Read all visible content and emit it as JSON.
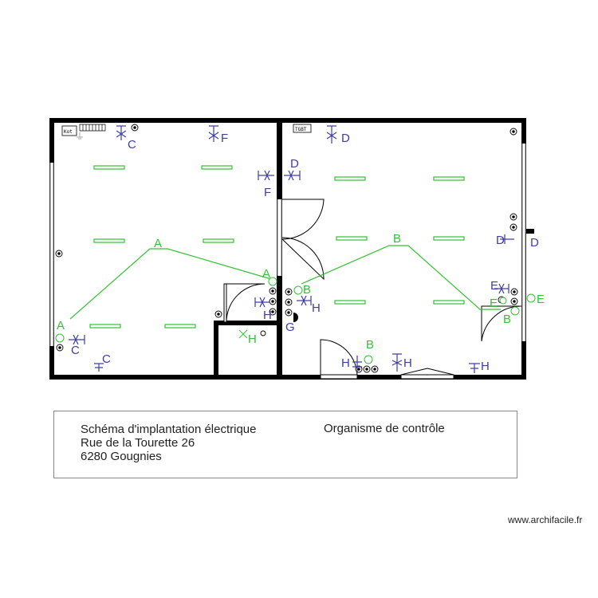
{
  "plan": {
    "panels": {
      "kot": "Kot",
      "tgbt": "TGBT"
    },
    "circuits": [
      {
        "id": "c-top-left",
        "text": "C",
        "color": "blue"
      },
      {
        "id": "f-top",
        "text": "F",
        "color": "blue"
      },
      {
        "id": "d-top",
        "text": "D",
        "color": "blue"
      },
      {
        "id": "d-mid",
        "text": "D",
        "color": "blue"
      },
      {
        "id": "f-mid",
        "text": "F",
        "color": "blue"
      },
      {
        "id": "a-center",
        "text": "A",
        "color": "green"
      },
      {
        "id": "b-center",
        "text": "B",
        "color": "green"
      },
      {
        "id": "d-right1",
        "text": "D",
        "color": "blue"
      },
      {
        "id": "d-right2",
        "text": "D",
        "color": "blue"
      },
      {
        "id": "a-door",
        "text": "A",
        "color": "green"
      },
      {
        "id": "b-door",
        "text": "B",
        "color": "green"
      },
      {
        "id": "h-door1",
        "text": "H",
        "color": "blue"
      },
      {
        "id": "h-door2",
        "text": "H",
        "color": "blue"
      },
      {
        "id": "g-door",
        "text": "G",
        "color": "blue"
      },
      {
        "id": "e-right-blue",
        "text": "E",
        "color": "blue"
      },
      {
        "id": "e-right-green",
        "text": "E",
        "color": "green"
      },
      {
        "id": "e-far-right",
        "text": "E",
        "color": "green"
      },
      {
        "id": "b-right",
        "text": "B",
        "color": "green"
      },
      {
        "id": "a-left",
        "text": "A",
        "color": "green"
      },
      {
        "id": "c-left",
        "text": "C",
        "color": "blue"
      },
      {
        "id": "c-bottom",
        "text": "C",
        "color": "blue"
      },
      {
        "id": "h-wc",
        "text": "H",
        "color": "green"
      },
      {
        "id": "b-bottom",
        "text": "B",
        "color": "green"
      },
      {
        "id": "h-bottom1",
        "text": "H",
        "color": "blue"
      },
      {
        "id": "h-bottom2",
        "text": "H",
        "color": "blue"
      },
      {
        "id": "h-bottom3",
        "text": "H",
        "color": "blue"
      }
    ]
  },
  "title_block": {
    "line1": "Schéma d'implantation électrique",
    "line2": "Rue de la Tourette 26",
    "line3": "6280 Gougnies",
    "organism": "Organisme de contrôle"
  },
  "watermark": "www.archifacile.fr",
  "colors": {
    "wall": "#000000",
    "circuit_blue": "#3d3da8",
    "circuit_green": "#33c233"
  }
}
